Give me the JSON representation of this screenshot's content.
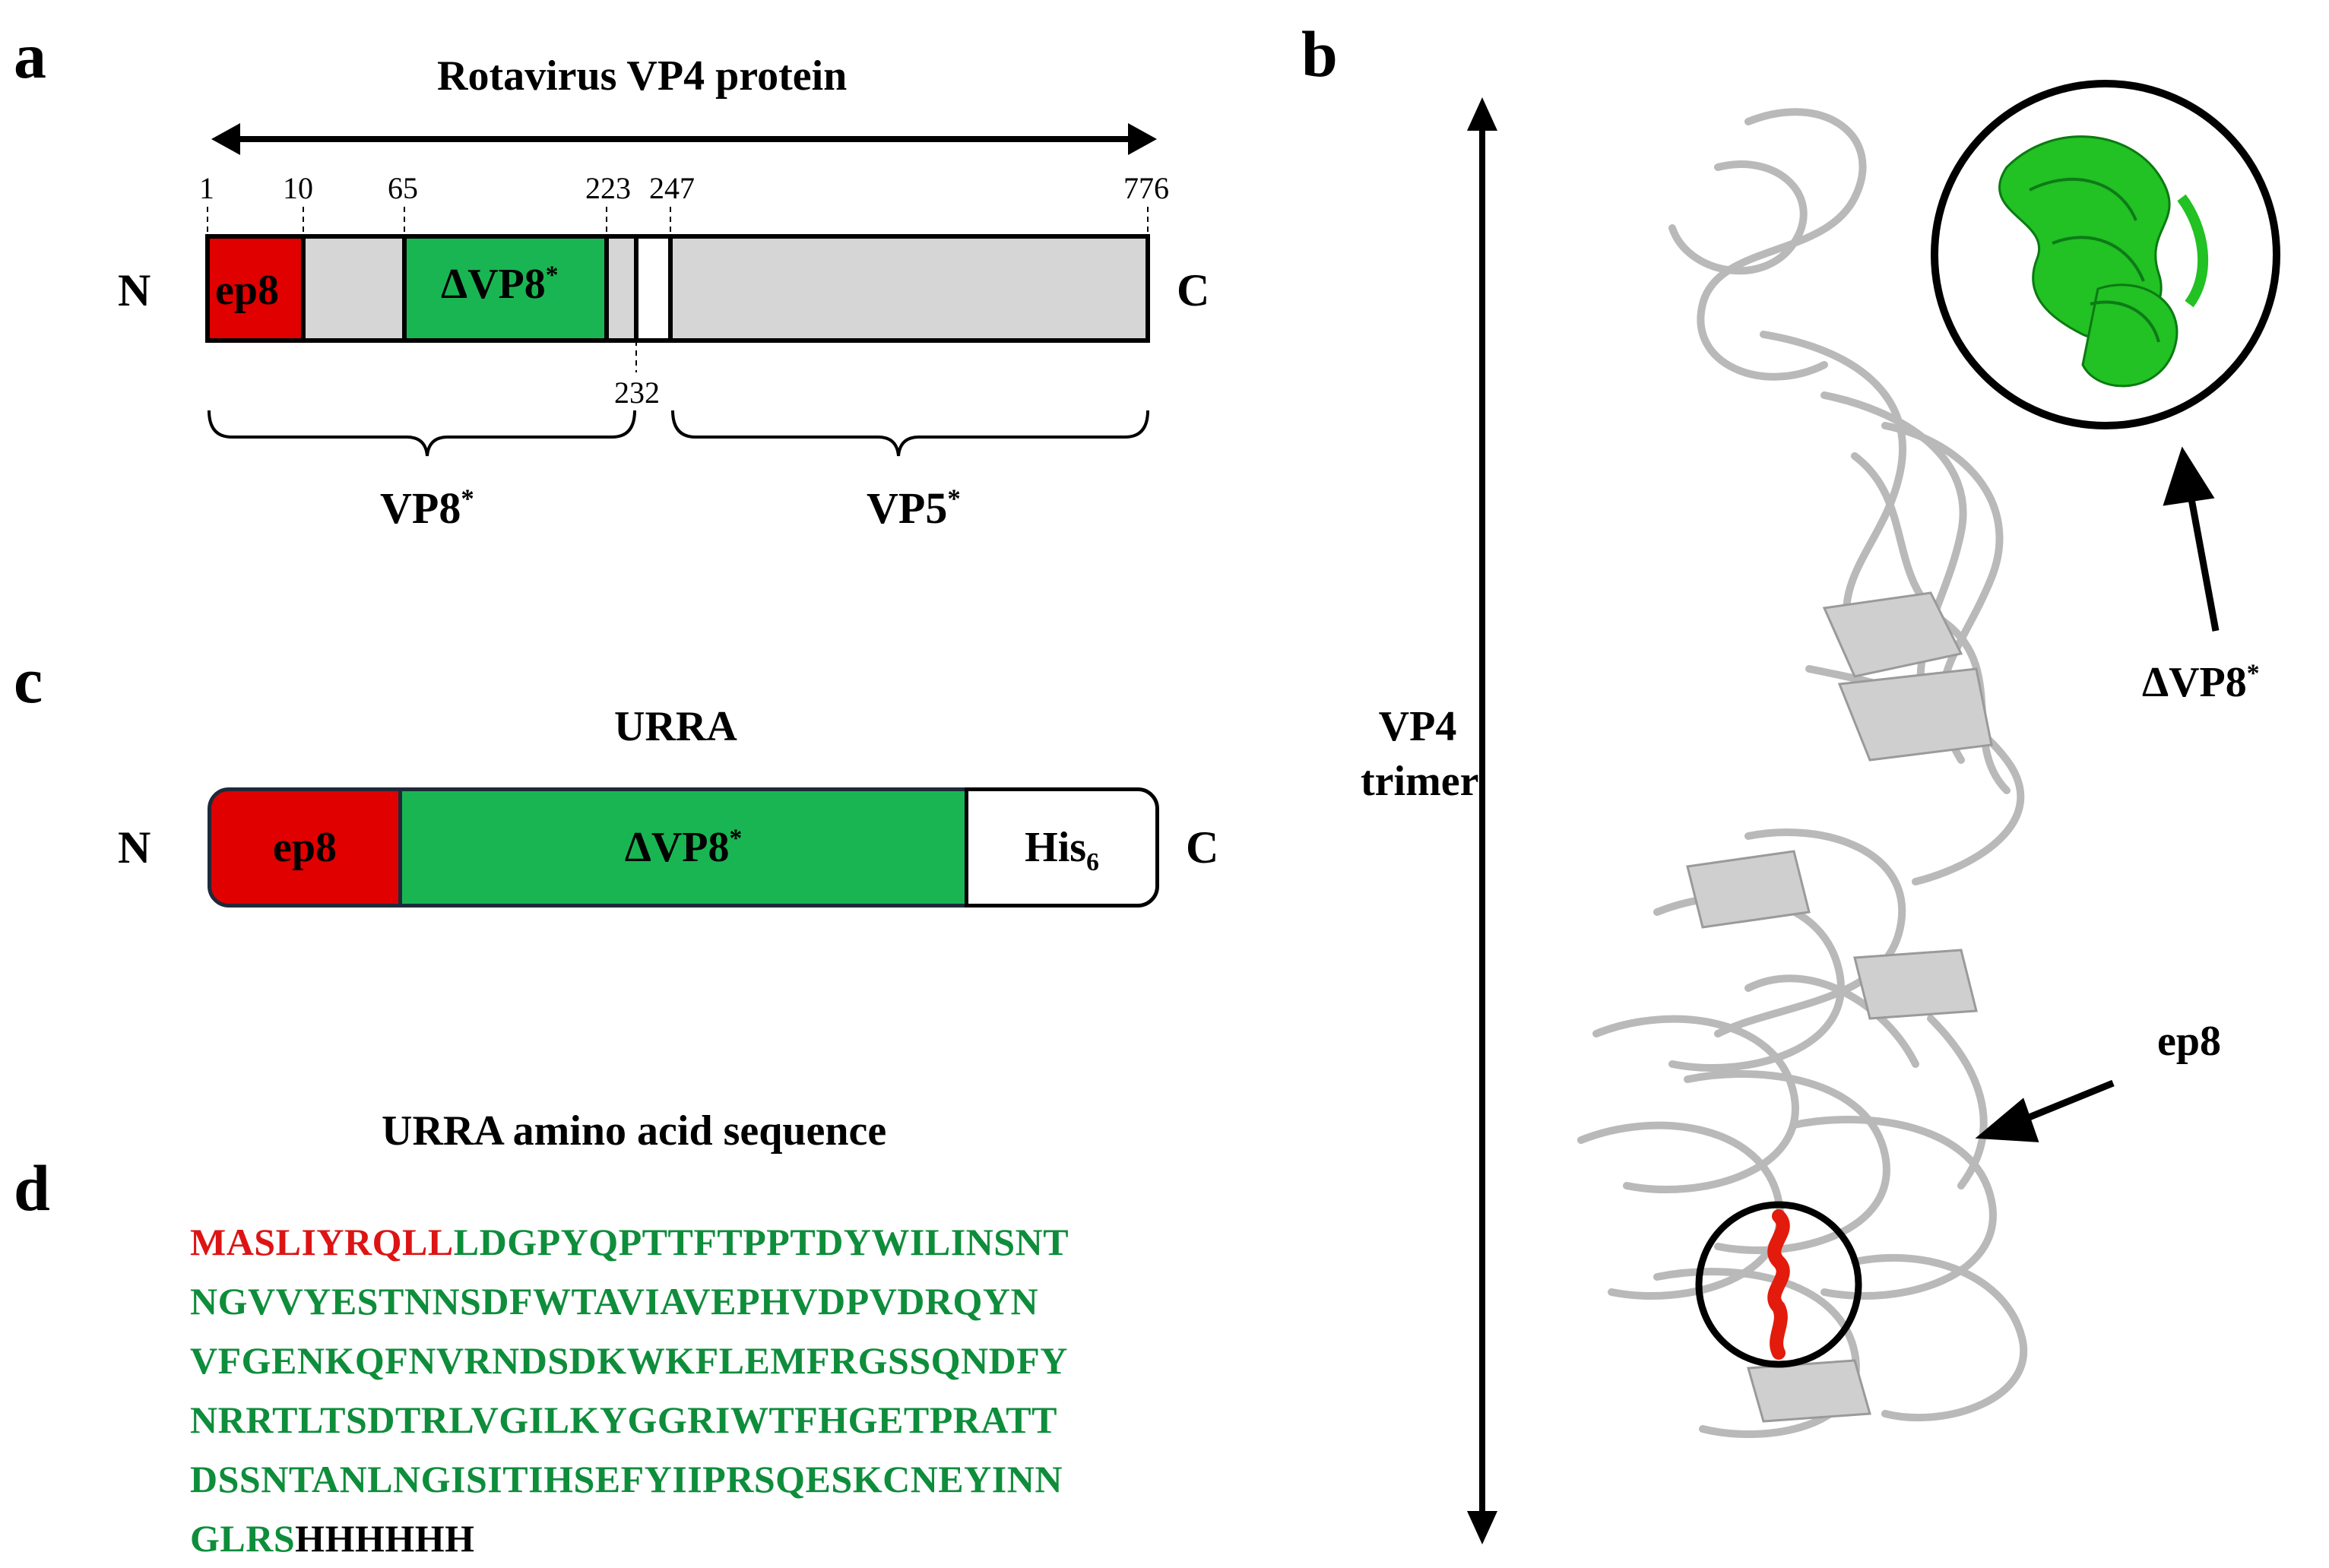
{
  "panel_a": {
    "letter": "a",
    "title": "Rotavirus VP4 protein",
    "positions": [
      "1",
      "10",
      "65",
      "223",
      "247",
      "776"
    ],
    "position_below": "232",
    "n_terminus": "N",
    "c_terminus": "C",
    "segments": {
      "ep8": "ep8",
      "dvp8": "ΔVP8",
      "dvp8_sup": "*"
    },
    "brackets": {
      "vp8": "VP8",
      "vp8_sup": "*",
      "vp5": "VP5",
      "vp5_sup": "*"
    }
  },
  "panel_b": {
    "letter": "b",
    "axis_label_line1": "VP4",
    "axis_label_line2": "trimer",
    "callout_dvp8": "ΔVP8",
    "callout_dvp8_sup": "*",
    "callout_ep8": "ep8"
  },
  "panel_c": {
    "letter": "c",
    "title": "URRA",
    "n_terminus": "N",
    "c_terminus": "C",
    "ep8": "ep8",
    "dvp8": "ΔVP8",
    "dvp8_sup": "*",
    "his": "His",
    "his_sub": "6"
  },
  "panel_d": {
    "letter": "d",
    "title": "URRA amino acid sequence",
    "lines": [
      {
        "red": "MASLIYRQLL",
        "green": "LDGPYQPTTFTPPTDYWILINSNT",
        "black": ""
      },
      {
        "red": "",
        "green": "NGVVYESTNNSDFWTAVIAVEPHVDPVDRQYN",
        "black": ""
      },
      {
        "red": "",
        "green": "VFGENKQFNVRNDSDKWKFLEMFRGSSQNDFY",
        "black": ""
      },
      {
        "red": "",
        "green": "NRRTLTSDTRLVGILKYGGRIWTFHGETPRATT",
        "black": ""
      },
      {
        "red": "",
        "green": "DSSNTANLNGISITIHSEFYIIPRSQESKCNEYINN",
        "black": ""
      },
      {
        "red": "",
        "green": "GLRS",
        "black": "HHHHHH"
      }
    ]
  },
  "colors": {
    "ep8_red": "#e00000",
    "dvp8_green": "#1ab553",
    "gray_fill": "#d6d6d6",
    "structure_gray": "#bdbdbd",
    "sequence_red": "#dd1414",
    "sequence_green": "#0e8d3b"
  }
}
